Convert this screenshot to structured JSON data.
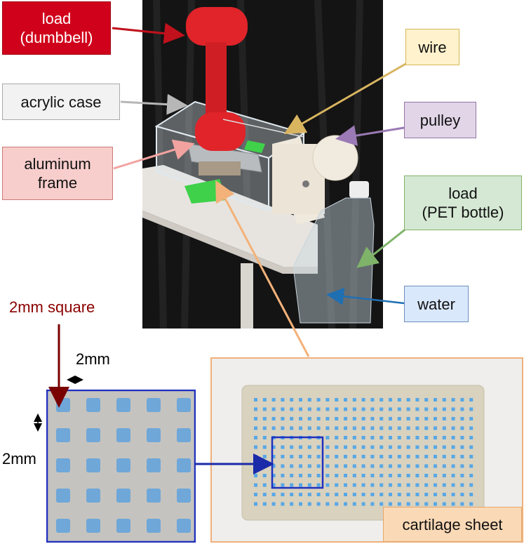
{
  "labels": {
    "load_dumbbell": "load\n(dumbbell)",
    "acrylic_case": "acrylic case",
    "aluminum_frame": "aluminum\nframe",
    "wire": "wire",
    "pulley": "pulley",
    "load_pet": "load\n(PET bottle)",
    "water": "water",
    "two_mm_square": "2mm square",
    "two_mm_h": "2mm",
    "two_mm_v": "2mm",
    "cartilage_sheet": "cartilage sheet"
  },
  "colors": {
    "dumbbell_box": "#d0021b",
    "acrylic_box": "#f2f2f2",
    "aluminum_box": "#f8cecc",
    "wire_box": "#fff2cc",
    "pulley_box": "#e1d5e7",
    "pet_box": "#d5e8d4",
    "water_box": "#dae8fc",
    "cartilage_box": "#fad9b6",
    "zoom_border": "#1f2fbf",
    "sheet_border": "#f0b07a",
    "square_label": "#8b0000"
  }
}
